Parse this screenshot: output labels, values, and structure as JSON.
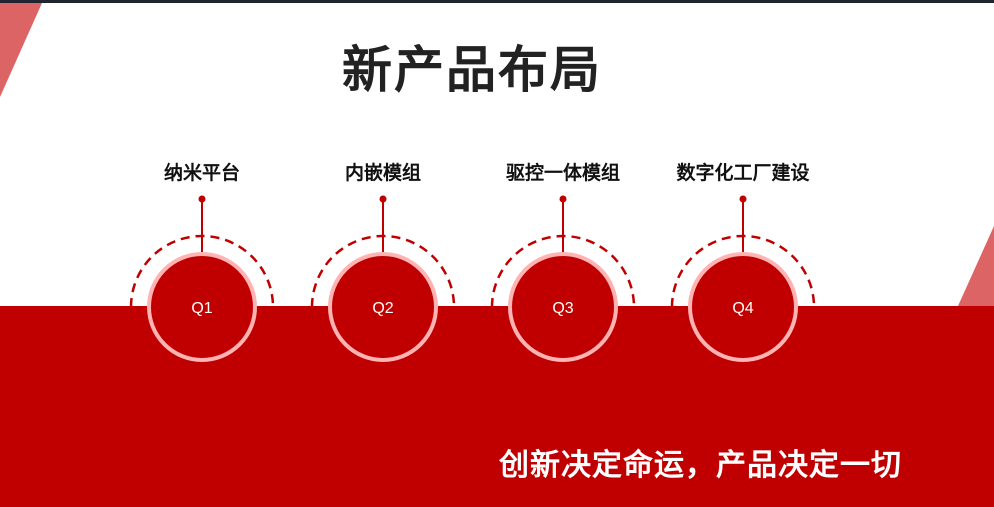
{
  "title": "新产品布局",
  "milestones": [
    {
      "quarter": "Q1",
      "label": "纳米平台"
    },
    {
      "quarter": "Q2",
      "label": "内嵌模组"
    },
    {
      "quarter": "Q3",
      "label": "驱控一体模组"
    },
    {
      "quarter": "Q4",
      "label": "数字化工厂建设"
    }
  ],
  "slogan": "创新决定命运，产品决定一切",
  "colors": {
    "accent": "#c00000",
    "ring": "#ffb3b3",
    "triangle": "#dc6464"
  }
}
